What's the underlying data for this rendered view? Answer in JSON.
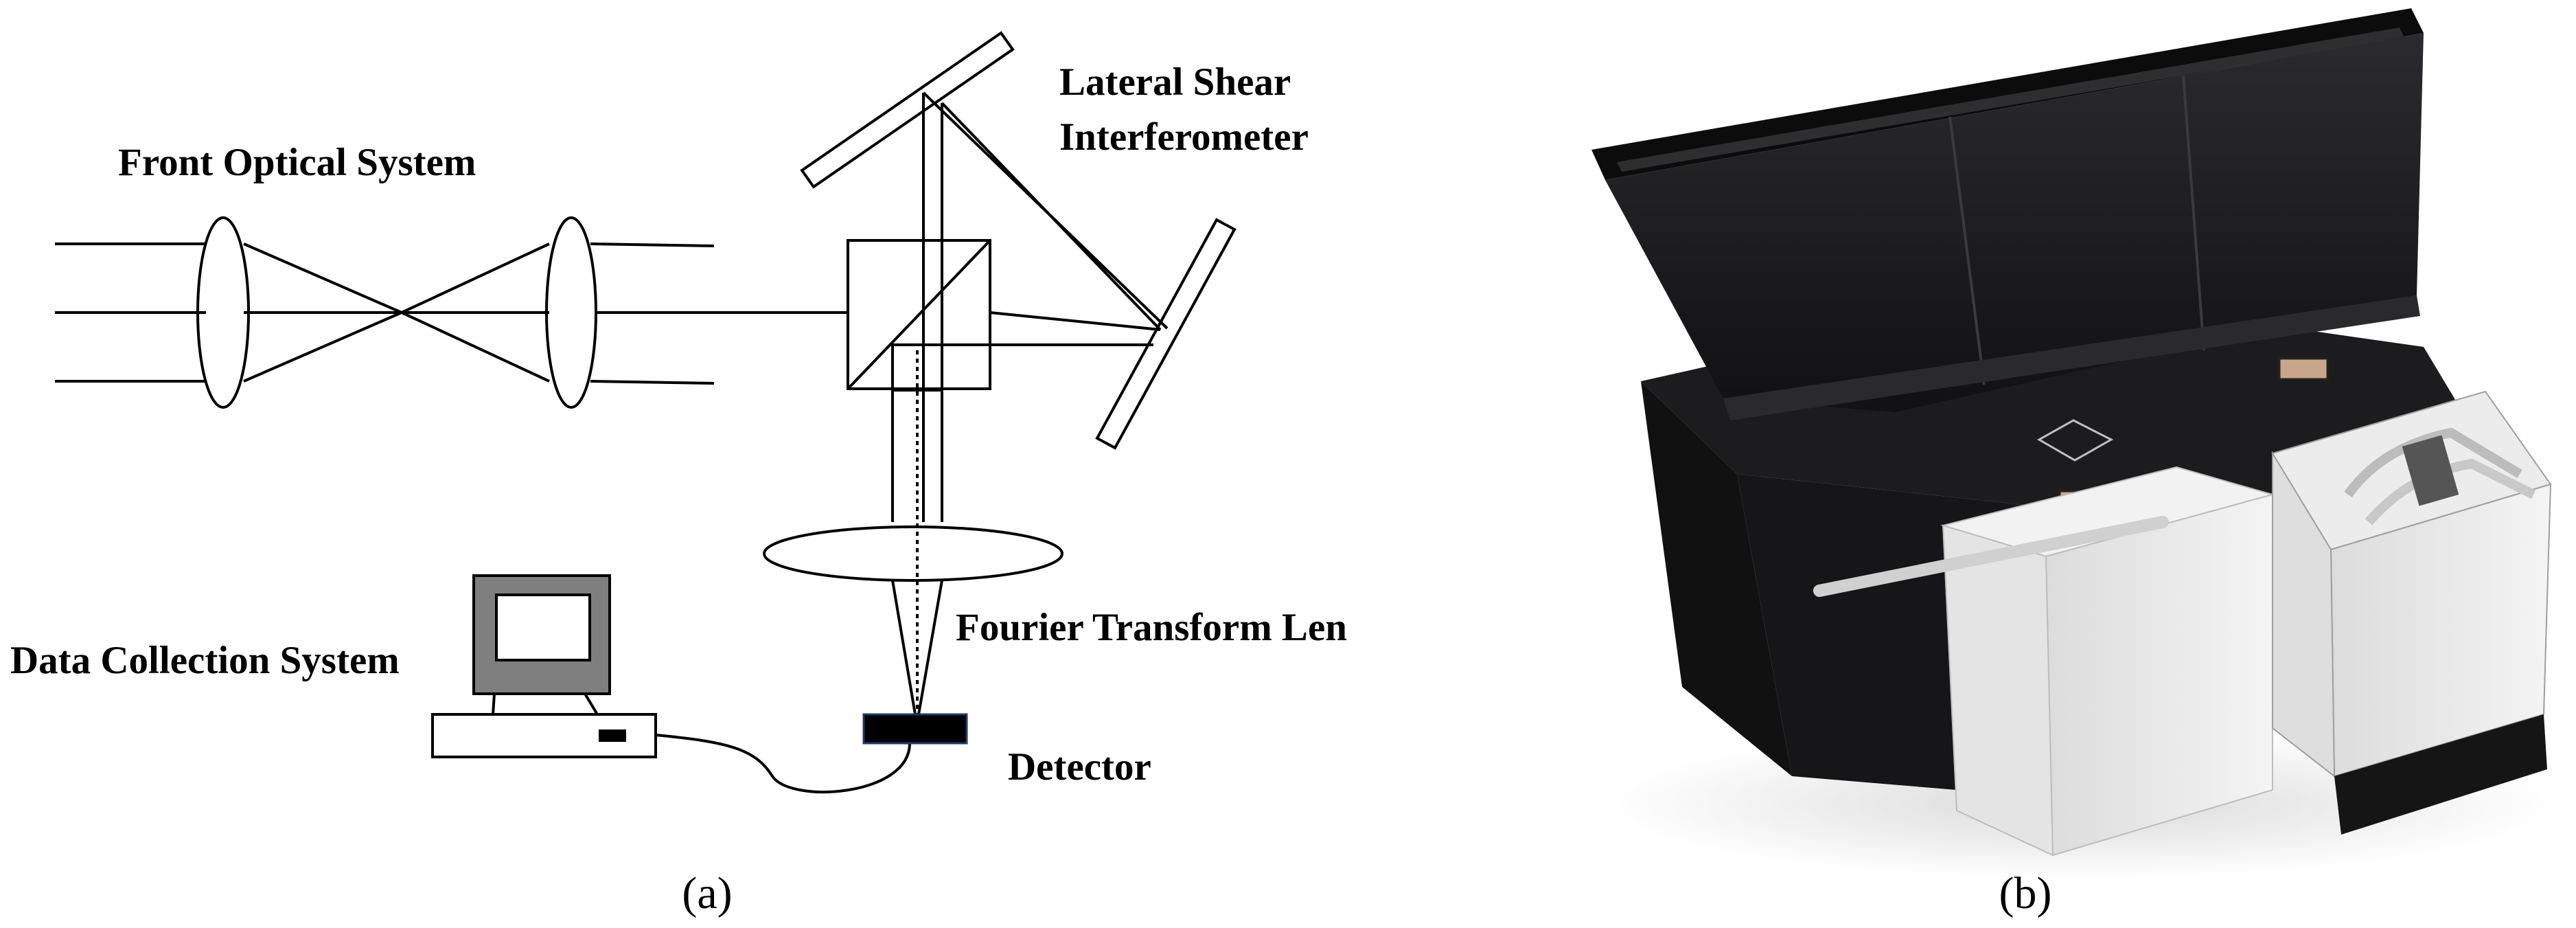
{
  "panel_a": {
    "labels": {
      "front_optical_system": "Front Optical System",
      "lateral_shear_line1": "Lateral Shear",
      "lateral_shear_line2": "Interferometer",
      "fourier_transform_len": "Fourier Transform Len",
      "data_collection_system": "Data Collection System",
      "detector": "Detector"
    },
    "caption": "(a)"
  },
  "panel_b": {
    "caption": "(b)"
  },
  "colors": {
    "line": "#000000",
    "monitor_gray": "#7f7f7f",
    "screen_fill": "#ffffff",
    "instrument_dark": "#1c1c1e",
    "instrument_white": "#eeeeee"
  }
}
